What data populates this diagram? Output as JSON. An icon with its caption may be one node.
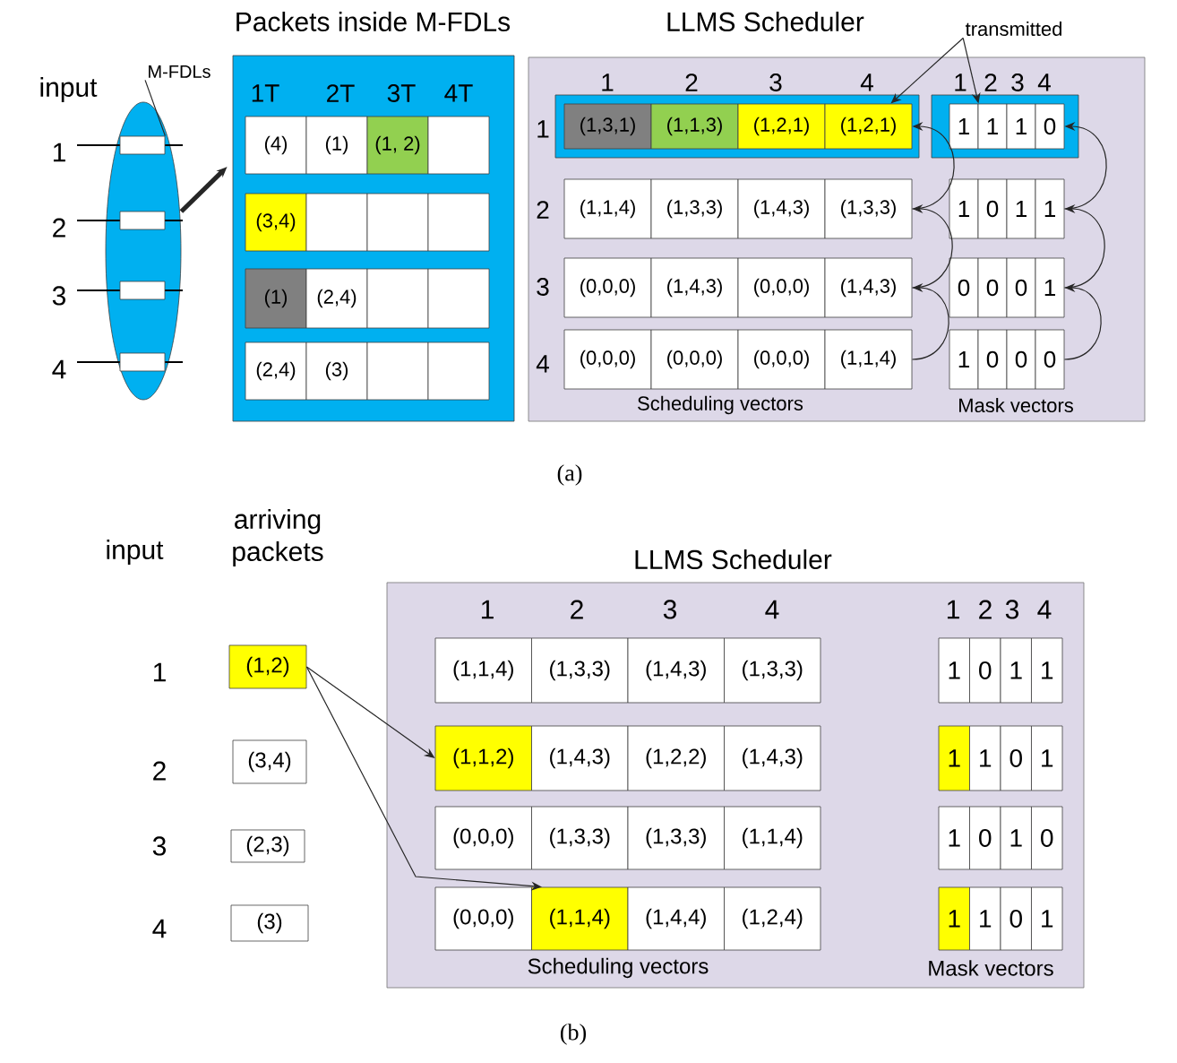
{
  "diagram": {
    "nodes": [
      {
        "text": [],
        "shape": "ellipse"
      },
      {
        "text": [],
        "shape": "box",
        "in": 0
      },
      {
        "text": [],
        "shape": "box",
        "in": 0
      },
      {
        "text": [],
        "shape": "box",
        "in": 0
      },
      {
        "text": [],
        "shape": "box",
        "in": 0
      },
      {
        "text": [
          "M-FDLs"
        ]
      },
      {
        "text": [
          "Packets inside M-FDLs"
        ]
      },
      {
        "text": [
          "(4)"
        ],
        "in": 6
      },
      {
        "text": [
          "(1)"
        ],
        "in": 6
      },
      {
        "text": [
          "(1, 2)"
        ],
        "in": 6
      },
      {
        "text": [],
        "shape": "box",
        "in": 6
      },
      {
        "text": [
          "(3,4)"
        ],
        "in": 6
      },
      {
        "text": [],
        "shape": "box",
        "in": 6
      },
      {
        "text": [],
        "shape": "box",
        "in": 6
      },
      {
        "text": [],
        "shape": "box",
        "in": 6
      },
      {
        "text": [
          "(1)"
        ],
        "in": 6
      },
      {
        "text": [
          "(2,4)"
        ],
        "in": 6
      },
      {
        "text": [],
        "shape": "box",
        "in": 6
      },
      {
        "text": [],
        "shape": "box",
        "in": 6
      },
      {
        "text": [
          "(2,4)"
        ],
        "in": 6
      },
      {
        "text": [
          "(3)"
        ],
        "in": 6
      },
      {
        "text": [],
        "shape": "box",
        "in": 6
      },
      {
        "text": [],
        "shape": "box",
        "in": 6
      },
      {
        "text": [
          "LLMS Scheduler"
        ]
      },
      {
        "text": [],
        "shape": "box",
        "in": 23
      },
      {
        "text": [
          "(1,3,1)"
        ],
        "in": 24
      },
      {
        "text": [
          "(1,1,3)"
        ],
        "in": 24
      },
      {
        "text": [
          "(1,2,1)"
        ],
        "in": 24
      },
      {
        "text": [
          "(1,2,1)"
        ],
        "in": 24
      },
      {
        "text": [
          "(1,1,4)"
        ],
        "in": 23
      },
      {
        "text": [
          "(1,3,3)"
        ],
        "in": 23
      },
      {
        "text": [
          "(1,4,3)"
        ],
        "in": 23
      },
      {
        "text": [
          "(1,3,3)"
        ],
        "in": 23
      },
      {
        "text": [
          "(0,0,0)"
        ],
        "in": 23
      },
      {
        "text": [
          "(1,4,3)"
        ],
        "in": 23
      },
      {
        "text": [
          "(0,0,0)"
        ],
        "in": 23
      },
      {
        "text": [
          "(1,4,3)"
        ],
        "in": 23
      },
      {
        "text": [
          "(0,0,0)"
        ],
        "in": 23
      },
      {
        "text": [
          "(0,0,0)"
        ],
        "in": 23
      },
      {
        "text": [
          "(0,0,0)"
        ],
        "in": 23
      },
      {
        "text": [
          "(1,1,4)"
        ],
        "in": 23
      },
      {
        "text": [],
        "shape": "box",
        "in": 23
      },
      {
        "text": [
          "1"
        ],
        "in": 41
      },
      {
        "text": [
          "1"
        ],
        "in": 41
      },
      {
        "text": [
          "1"
        ],
        "in": 41
      },
      {
        "text": [
          "0"
        ],
        "in": 41
      },
      {
        "text": [
          "1"
        ],
        "in": 23
      },
      {
        "text": [
          "0"
        ],
        "in": 23
      },
      {
        "text": [
          "1"
        ],
        "in": 23
      },
      {
        "text": [
          "1"
        ],
        "in": 23
      },
      {
        "text": [
          "0"
        ],
        "in": 23
      },
      {
        "text": [
          "0"
        ],
        "in": 23
      },
      {
        "text": [
          "0"
        ],
        "in": 23
      },
      {
        "text": [
          "1"
        ],
        "in": 23
      },
      {
        "text": [
          "1"
        ],
        "in": 23
      },
      {
        "text": [
          "0"
        ],
        "in": 23
      },
      {
        "text": [
          "0"
        ],
        "in": 23
      },
      {
        "text": [
          "0"
        ],
        "in": 23
      },
      {
        "text": [
          "transmitted"
        ]
      },
      {
        "text": [
          "(1,2)"
        ]
      },
      {
        "text": [
          "(3,4)"
        ]
      },
      {
        "text": [
          "(2,3)"
        ]
      },
      {
        "text": [
          "(3)"
        ]
      },
      {
        "text": [
          "LLMS Scheduler"
        ]
      },
      {
        "text": [
          "(1,1,4)"
        ],
        "in": 63
      },
      {
        "text": [
          "(1,3,3)"
        ],
        "in": 63
      },
      {
        "text": [
          "(1,4,3)"
        ],
        "in": 63
      },
      {
        "text": [
          "(1,3,3)"
        ],
        "in": 63
      },
      {
        "text": [
          "(1,1,2)"
        ],
        "in": 63
      },
      {
        "text": [
          "(1,4,3)"
        ],
        "in": 63
      },
      {
        "text": [
          "(1,2,2)"
        ],
        "in": 63
      },
      {
        "text": [
          "(1,4,3)"
        ],
        "in": 63
      },
      {
        "text": [
          "(0,0,0)"
        ],
        "in": 63
      },
      {
        "text": [
          "(1,3,3)"
        ],
        "in": 63
      },
      {
        "text": [
          "(1,3,3)"
        ],
        "in": 63
      },
      {
        "text": [
          "(1,1,4)"
        ],
        "in": 63
      },
      {
        "text": [
          "(0,0,0)"
        ],
        "in": 63
      },
      {
        "text": [
          "(1,1,4)"
        ],
        "in": 63
      },
      {
        "text": [
          "(1,4,4)"
        ],
        "in": 63
      },
      {
        "text": [
          "(1,2,4)"
        ],
        "in": 63
      },
      {
        "text": [
          "1"
        ],
        "in": 63
      },
      {
        "text": [
          "0"
        ],
        "in": 63
      },
      {
        "text": [
          "1"
        ],
        "in": 63
      },
      {
        "text": [
          "1"
        ],
        "in": 63
      },
      {
        "text": [
          "1"
        ],
        "in": 63
      },
      {
        "text": [
          "1"
        ],
        "in": 63
      },
      {
        "text": [
          "0"
        ],
        "in": 63
      },
      {
        "text": [
          "1"
        ],
        "in": 63
      },
      {
        "text": [
          "1"
        ],
        "in": 63
      },
      {
        "text": [
          "0"
        ],
        "in": 63
      },
      {
        "text": [
          "1"
        ],
        "in": 63
      },
      {
        "text": [
          "0"
        ],
        "in": 63
      },
      {
        "text": [
          "1"
        ],
        "in": 63
      },
      {
        "text": [
          "1"
        ],
        "in": 63
      },
      {
        "text": [
          "0"
        ],
        "in": 63
      },
      {
        "text": [
          "1"
        ],
        "in": 63
      }
    ],
    "edges": [
      {
        "from": 0,
        "to": 6,
        "arrow": "to",
        "style": "thick"
      },
      {
        "from": 5,
        "to": 1,
        "arrow": "none"
      },
      {
        "from": 58,
        "to": 28,
        "arrow": "to"
      },
      {
        "from": 58,
        "to": 42,
        "arrow": "to"
      },
      {
        "from": 32,
        "to": 28,
        "arrow": "to"
      },
      {
        "from": 36,
        "to": 32,
        "arrow": "to"
      },
      {
        "from": 40,
        "to": 36,
        "arrow": "to"
      },
      {
        "from": 49,
        "to": 45,
        "arrow": "to"
      },
      {
        "from": 53,
        "to": 49,
        "arrow": "to"
      },
      {
        "from": 57,
        "to": 53,
        "arrow": "to"
      },
      {
        "from": 59,
        "to": 68,
        "arrow": "to"
      },
      {
        "from": 59,
        "to": 77,
        "arrow": "to"
      }
    ],
    "labels": [
      "input",
      "1",
      "2",
      "3",
      "4",
      "1T",
      "2T",
      "3T",
      "4T",
      "1",
      "2",
      "3",
      "4",
      "1",
      "2",
      "3",
      "4",
      "1",
      "2",
      "3",
      "4",
      "Scheduling vectors",
      "Mask vectors",
      "(a)",
      "input",
      "arriving packets",
      "1",
      "2",
      "3",
      "4",
      "1",
      "2",
      "3",
      "4",
      "1",
      "2",
      "3",
      "4",
      "Scheduling vectors",
      "Mask vectors",
      "(b)"
    ]
  }
}
